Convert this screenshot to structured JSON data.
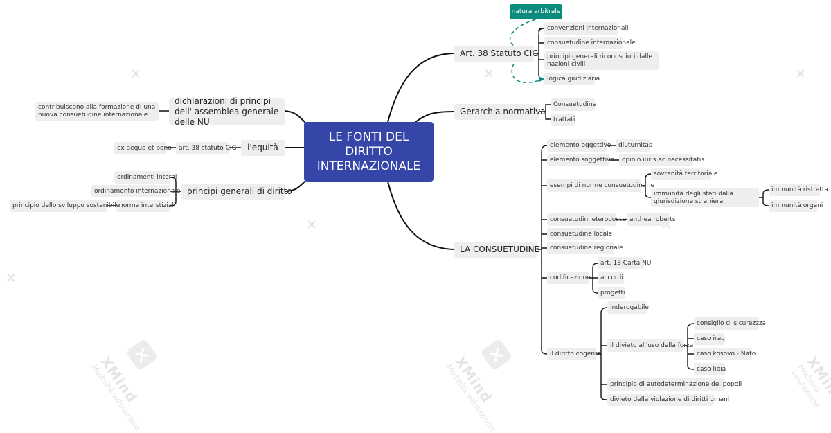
{
  "root": {
    "title": "LE FONTI DEL DIRITTO INTERNAZIONALE"
  },
  "art38": {
    "label": "Art. 38 Statuto CIG",
    "callout": "natura arbitrale",
    "items": [
      "convenzioni internazionali",
      "consuetudine internazionale",
      "principi generali riconosciuti dalle nazioni civili",
      "logica giudiziaria"
    ]
  },
  "gerarchia": {
    "label": "Gerarchia normativa",
    "items": [
      "Consuetudine",
      "trattati"
    ]
  },
  "consuetudine": {
    "label": "LA CONSUETUDINE",
    "oggettivo": {
      "label": "elemento oggettivo",
      "child": "diuturnitas"
    },
    "soggettivo": {
      "label": "elemento soggettivo",
      "child": "opinio iuris ac necessitatis"
    },
    "esempi": {
      "label": "esempi di norme consuetudinarie",
      "sovranita": "sovranità territoriale",
      "immunita": {
        "label": "immunità degli stati dalla giurisdizione straniera",
        "items": [
          "immunità ristretta",
          "immunità organi"
        ]
      }
    },
    "eterodosse": {
      "label": "consuetudini eterodosse",
      "child": "anthea roberts"
    },
    "locale": "consuetudine locale",
    "regionale": "consuetudine regionale",
    "codificazione": {
      "label": "codificazione",
      "items": [
        "art. 13 Carta NU",
        "accordi",
        "progetti"
      ]
    },
    "cogente": {
      "label": "il diritto cogente",
      "inderogabile": "inderogabile",
      "forza": {
        "label": "il divieto all'uso della forza",
        "items": [
          "consiglio di sicurezzza",
          "caso iraq",
          "caso kosovo - Nato",
          "caso libia"
        ]
      },
      "autodeterminazione": "principio di autodeterminazione dei popoli",
      "diritti_umani": "divieto della violazione di diritti umani"
    }
  },
  "dichiarazioni": {
    "label": "dichiarazioni di principi dell' assemblea generale delle NU",
    "child": "contribuiscono alla formazione di una nuova consuetudine internazionale"
  },
  "equita": {
    "label": "l'equità",
    "art": "art. 38 statuto CIG",
    "child": "ex aequo et bono"
  },
  "principi": {
    "label": "principi generali di diritto",
    "interni": "ordinamenti interni",
    "internazionale": "ordinamento internazionale",
    "interstiziali": "norme interstiziali",
    "sviluppo": "principio dello sviluppo sostenibile"
  },
  "watermark": {
    "brand": "XMind",
    "sub": "Modalità valutazione"
  },
  "colors": {
    "root": "#3546a8",
    "callout": "#0d8b7c",
    "node": "#eeeeee",
    "line": "#111111"
  }
}
